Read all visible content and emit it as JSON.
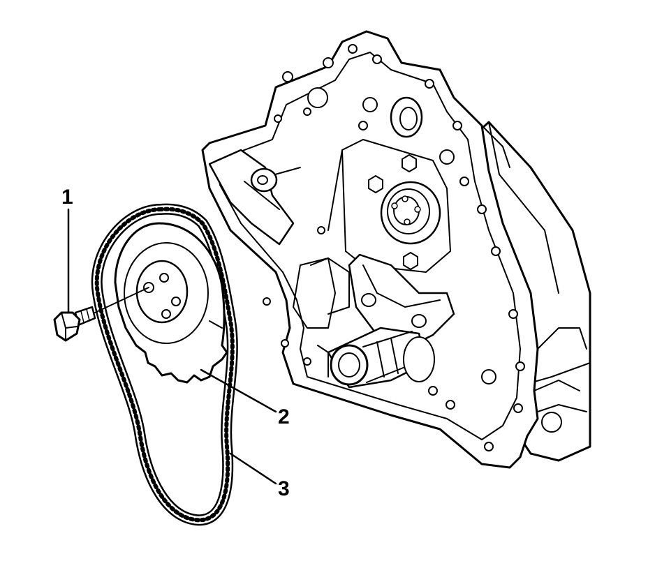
{
  "callouts": [
    {
      "number": "1",
      "part": "bolt"
    },
    {
      "number": "2",
      "part": "camshaft-sprocket"
    },
    {
      "number": "3",
      "part": "timing-chain"
    }
  ],
  "colors": {
    "line": "#000000",
    "fill": "#ffffff"
  }
}
